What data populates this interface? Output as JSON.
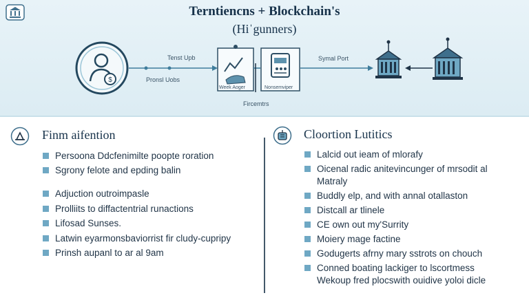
{
  "header": {
    "title_line1": "Terntiencns + Blockchain's",
    "title_line2": "(Hiˈgunners)"
  },
  "flow": {
    "label_top": "Tenst Upb",
    "label_mid": "Pronsl Uobs",
    "box1_caption": "Week Aoger",
    "box2_caption": "Nonsemviper",
    "below_label": "Fircemtrs",
    "right_label": "Symal Port"
  },
  "left_section": {
    "title": "Finm aifention",
    "items_a": [
      "Persoona Ddcfenimilte poopte roration",
      "Sgrony felote and epding balin"
    ],
    "items_b": [
      "Adjuction outroimpasle",
      "Prolliits to diffactentrial runactions",
      "Lifosad Sunses.",
      "Latwin eyarmonsbaviorrist fir cludy-cupripy",
      "Prinsh aupanl to ar al 9am"
    ]
  },
  "right_section": {
    "title": "Cloortion Lutitics",
    "items": [
      {
        "line1": "Lalcid out ieam of mlorafy"
      },
      {
        "line1": "Oicenal radic anitevincunger of mrsodit al",
        "line2": "Matraly"
      },
      {
        "line1": "Buddly elp, and with annal otallaston"
      },
      {
        "line1": "Distcall ar tlinele"
      },
      {
        "line1": "CE own out my'Surrity"
      },
      {
        "line1": "Moiery mage factine"
      },
      {
        "line1": "Godugerts afrny mary sstrots on chouch"
      },
      {
        "line1": "Conned boating lackiger to lscortmess",
        "line2": "Wekoup fred plocswith ouidive yoloi dicle"
      }
    ]
  },
  "colors": {
    "band": "#e2eff5",
    "accent": "#6fa8c4",
    "dark": "#1f3346",
    "flow_line": "#3f7d9c"
  },
  "icons": [
    "bank-badge-icon",
    "person-coin-icon",
    "chart-hand-icon",
    "server-machine-icon",
    "bank-building-icon",
    "bank-building-icon",
    "plug-icon",
    "wallet-icon"
  ]
}
